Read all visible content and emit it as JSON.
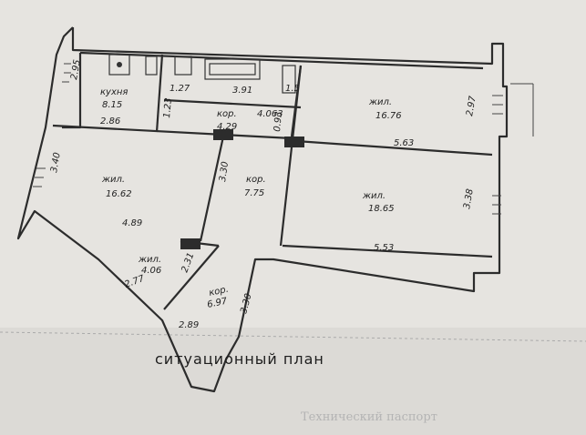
{
  "rooms": {
    "kitchen": {
      "name": "кухня",
      "area": "8.15",
      "dim_top": "2.95",
      "dim_bottom": "2.86"
    },
    "bath": {
      "dim_left": "1.27",
      "dim_top": "3.91",
      "dim_side": "1.5"
    },
    "corridor_top": {
      "name": "кор.",
      "area": "4.29",
      "dim": "4.063",
      "dim_small": "0.93",
      "dim_left": "1.23"
    },
    "living_left": {
      "name": "жил.",
      "area": "16.62",
      "dim_left": "3.40",
      "dim_diag": "4.89"
    },
    "corridor_mid": {
      "name": "кор.",
      "area": "7.75",
      "dim": "3.30"
    },
    "living_tr": {
      "name": "жил.",
      "area": "16.76",
      "dim_right": "2.97",
      "dim_bottom": "5.63"
    },
    "living_br": {
      "name": "жил.",
      "area": "18.65",
      "dim_right": "3.38",
      "dim_bottom": "5.53"
    },
    "small_room": {
      "name": "жил.",
      "area": "4.06",
      "dim": "2.31",
      "dim_left": "2.77"
    },
    "corridor_bottom": {
      "name": "кор.",
      "area": "6.97",
      "dim": "3.30",
      "dim_bottom": "2.89"
    }
  },
  "caption": "ситуационный план",
  "bottom_text": "Технический паспорт"
}
